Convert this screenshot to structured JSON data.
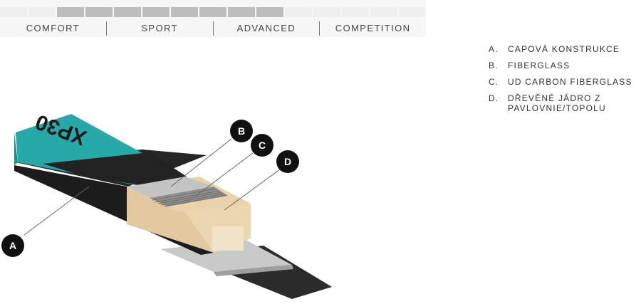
{
  "level_scale": {
    "total_segments": 15,
    "active_segments": [
      2,
      3,
      4,
      5,
      6,
      7,
      8,
      9
    ],
    "categories": [
      "COMFORT",
      "SPORT",
      "ADVANCED",
      "COMPETITION"
    ]
  },
  "brand_text": "XP30",
  "legend": [
    {
      "letter": "A.",
      "text": "CAPOVÁ KONSTRUKCE"
    },
    {
      "letter": "B.",
      "text": "FIBERGLASS"
    },
    {
      "letter": "C.",
      "text": "UD CARBON FIBERGLASS"
    },
    {
      "letter": "D.",
      "text": "DŘEVĚNÉ JÁDRO Z PAVLOVNIE/TOPOLU"
    }
  ],
  "markers": [
    "A",
    "B",
    "C",
    "D"
  ],
  "colors": {
    "teal": "#26a6a7",
    "topsheet_black": "#1e1e1e",
    "wood": "#e6cfa8",
    "fiberglass": "#c6c6c6",
    "carbon": "#8a8a8a",
    "base": "#2a2a2a"
  }
}
